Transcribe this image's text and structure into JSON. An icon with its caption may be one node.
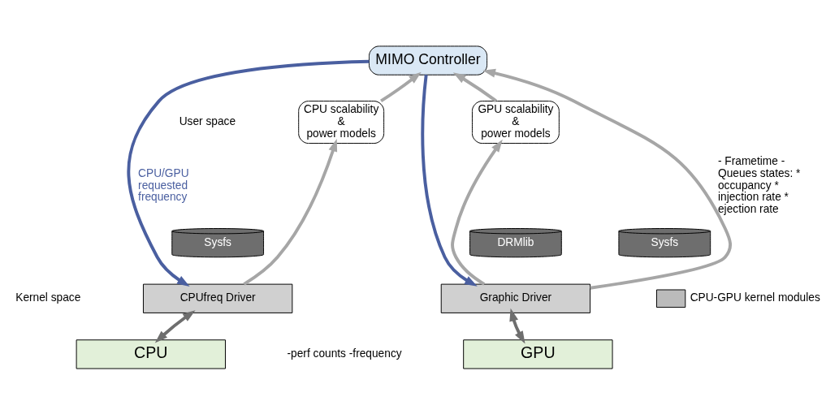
{
  "diagram": {
    "nodes": [
      {
        "text": [
          "MIMO Controller"
        ]
      },
      {
        "text": [
          "CPU scalability",
          "&",
          "power models"
        ]
      },
      {
        "text": [
          "GPU scalability",
          "&",
          "power models"
        ]
      },
      {
        "text": [
          "Sysfs"
        ]
      },
      {
        "text": [
          "DRMlib"
        ]
      },
      {
        "text": [
          "Sysfs"
        ]
      },
      {
        "text": [
          "CPUfreq Driver"
        ]
      },
      {
        "text": [
          "Graphic Driver"
        ]
      },
      {
        "text": [
          "CPU"
        ]
      },
      {
        "text": [
          "GPU"
        ]
      }
    ],
    "edges": [
      {
        "from": 1,
        "to": 0,
        "arrow": "to"
      },
      {
        "from": 6,
        "to": 1,
        "arrow": "to"
      },
      {
        "from": 0,
        "to": 6,
        "arrow": "to",
        "color": "#4a5fa0",
        "label": "CPU/GPU requested frequency"
      },
      {
        "from": 0,
        "to": 7,
        "arrow": "to",
        "color": "#4a5fa0"
      },
      {
        "from": 2,
        "to": 0,
        "arrow": "to"
      },
      {
        "from": 7,
        "to": 2,
        "arrow": "to"
      },
      {
        "from": 7,
        "to": 0,
        "arrow": "to",
        "label": "- Frametime - Queues states: * occupancy * injection rate * ejection rate"
      },
      {
        "from": 6,
        "to": 8,
        "arrow": "both",
        "color": "#6e6e6e"
      },
      {
        "from": 7,
        "to": 9,
        "arrow": "both",
        "color": "#6e6e6e"
      }
    ],
    "labels": [
      "User space",
      "Kernel space",
      "-perf counts -frequency"
    ],
    "legend": [
      {
        "text": "CPU-GPU kernel modules"
      }
    ]
  }
}
